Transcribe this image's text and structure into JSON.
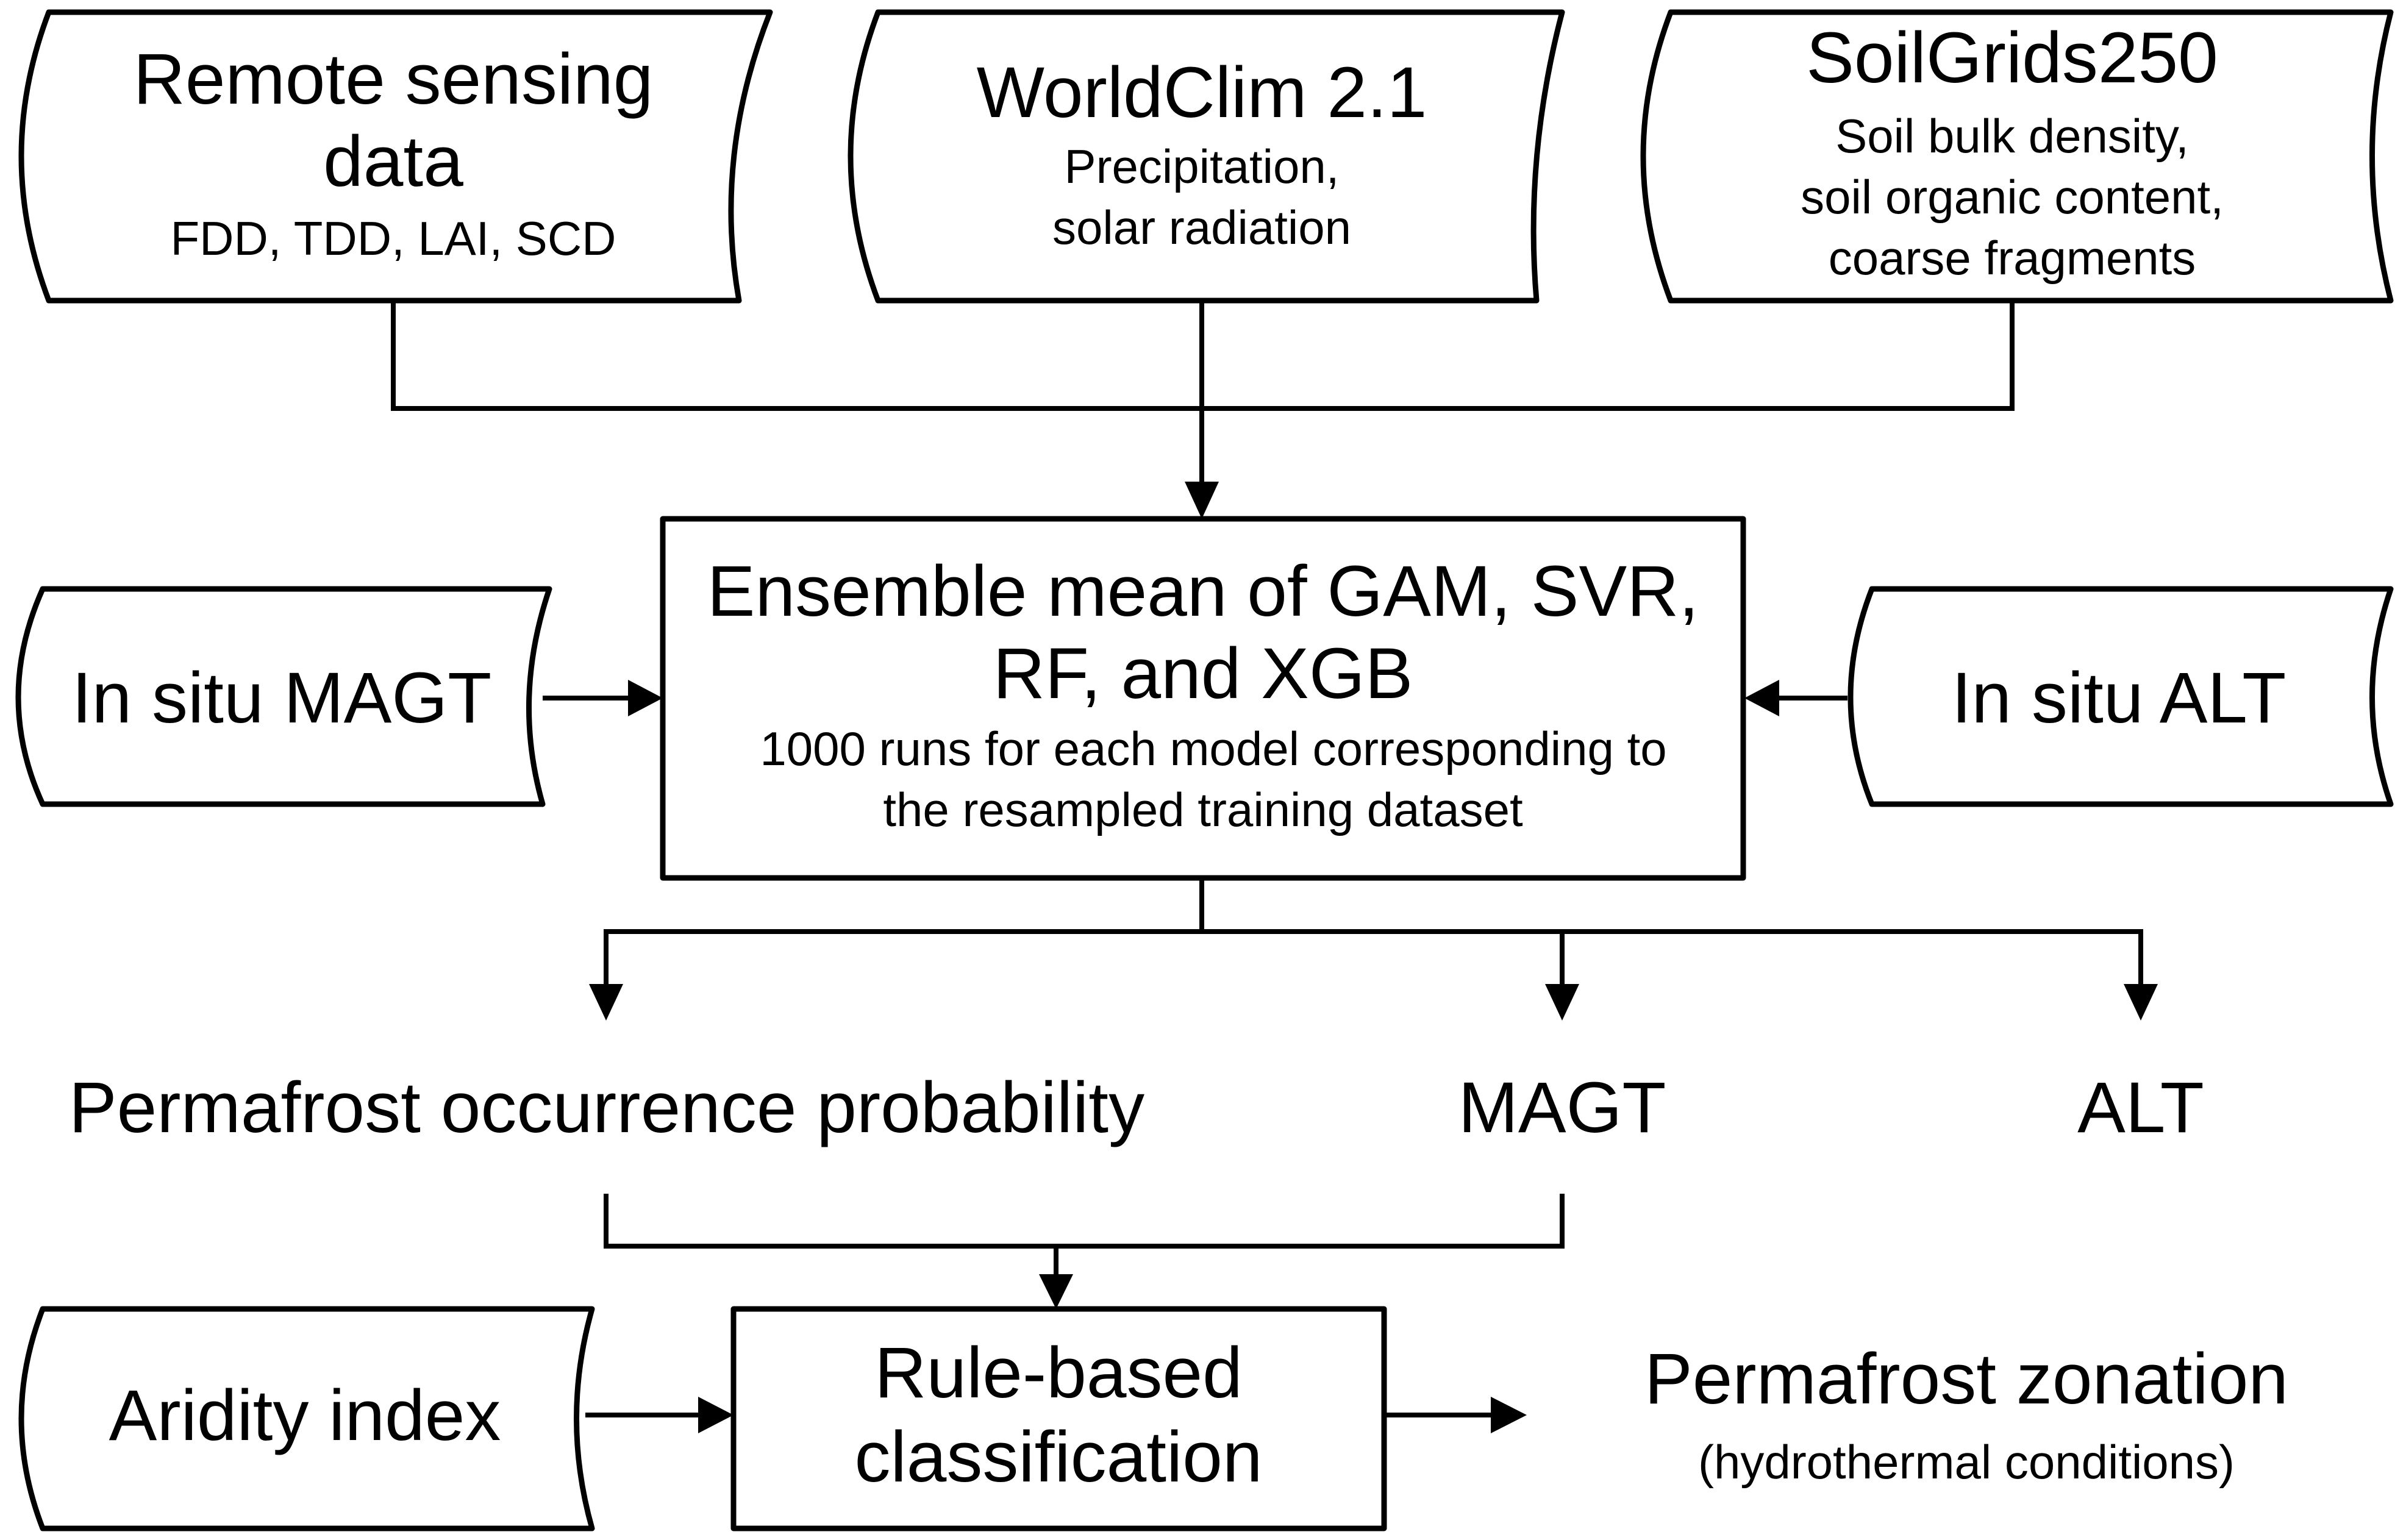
{
  "colors": {
    "output_fill": "#ccffcc",
    "input_fill": "#ffffff",
    "stroke": "#000000"
  },
  "inputs_top": [
    {
      "title": "Remote sensing",
      "title2": "data",
      "detail": [
        "FDD, TDD, LAI, SCD"
      ]
    },
    {
      "title": "WorldClim 2.1",
      "detail": [
        "Precipitation,",
        "solar radiation"
      ]
    },
    {
      "title": "SoilGrids250",
      "detail": [
        "Soil bulk density,",
        "soil organic content,",
        "coarse fragments"
      ]
    }
  ],
  "in_situ_left": {
    "title": "In situ MAGT"
  },
  "in_situ_right": {
    "title": "In situ ALT"
  },
  "ensemble": {
    "title": [
      "Ensemble mean of GAM, SVR,",
      "RF, and XGB"
    ],
    "detail": [
      "1000 runs for each model corresponding to",
      "the resampled training dataset"
    ]
  },
  "outputs": [
    {
      "title": "Permafrost occurrence probability"
    },
    {
      "title": "MAGT"
    },
    {
      "title": "ALT"
    }
  ],
  "aridity": {
    "title": "Aridity index"
  },
  "rule_based": {
    "title": [
      "Rule-based",
      "classification"
    ]
  },
  "zonation": {
    "title": "Permafrost zonation",
    "detail": "(hydrothermal conditions)"
  }
}
